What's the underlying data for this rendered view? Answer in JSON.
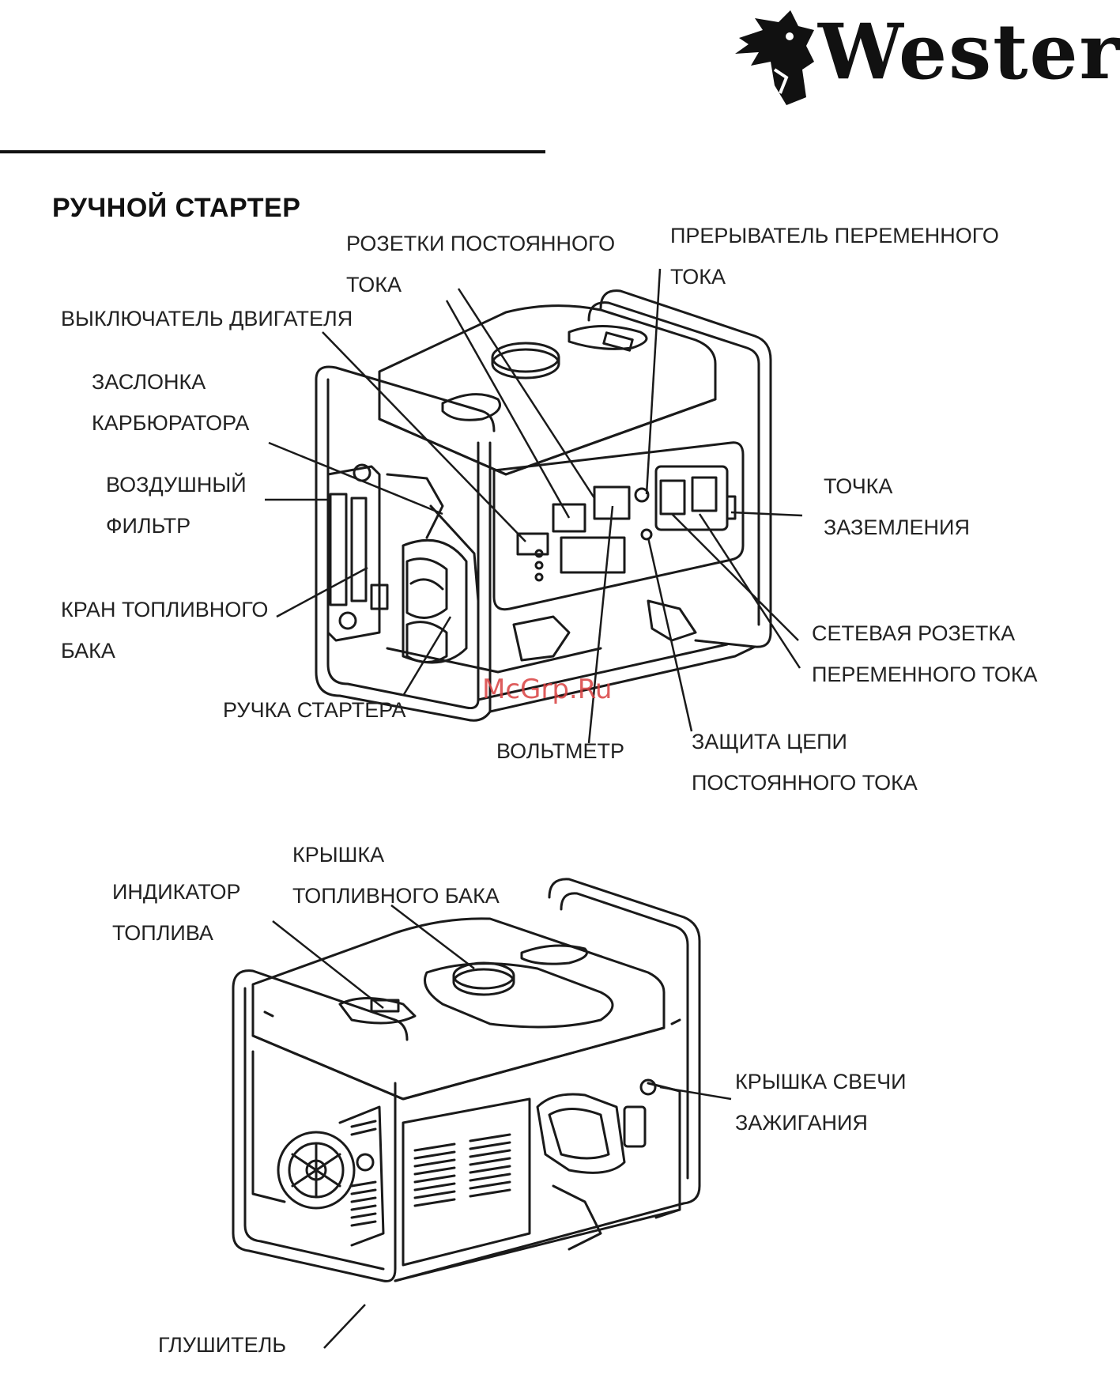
{
  "header": {
    "brand": "Wester"
  },
  "heading": "РУЧНОЙ СТАРТЕР",
  "watermark": "McGrp.Ru",
  "top_labels": {
    "dc_sockets_1": "РОЗЕТКИ ПОСТОЯННОГО",
    "dc_sockets_2": "ТОКА",
    "ac_breaker_1": "ПРЕРЫВАТЕЛЬ ПЕРЕМЕННОГО",
    "ac_breaker_2": "ТОКА",
    "engine_switch": "ВЫКЛЮЧАТЕЛЬ ДВИГАТЕЛЯ",
    "choke_1": "ЗАСЛОНКА",
    "choke_2": "КАРБЮРАТОРА",
    "air_filter_1": "ВОЗДУШНЫЙ",
    "air_filter_2": "ФИЛЬТР",
    "ground_1": "ТОЧКА",
    "ground_2": "ЗАЗЕМЛЕНИЯ",
    "fuel_valve_1": "КРАН ТОПЛИВНОГО",
    "fuel_valve_2": "БАКА",
    "ac_socket_1": "СЕТЕВАЯ РОЗЕТКА",
    "ac_socket_2": "ПЕРЕМЕННОГО ТОКА",
    "starter_handle": "РУЧКА СТАРТЕРА",
    "voltmeter": "ВОЛЬТМЕТР",
    "dc_protection_1": "ЗАЩИТА ЦЕПИ",
    "dc_protection_2": "ПОСТОЯННОГО ТОКА"
  },
  "bottom_labels": {
    "tank_cap_1": "КРЫШКА",
    "tank_cap_2": "ТОПЛИВНОГО БАКА",
    "fuel_gauge_1": "ИНДИКАТОР",
    "fuel_gauge_2": "ТОПЛИВА",
    "spark_cap_1": "КРЫШКА СВЕЧИ",
    "spark_cap_2": "ЗАЖИГАНИЯ",
    "muffler": "ГЛУШИТЕЛЬ"
  }
}
